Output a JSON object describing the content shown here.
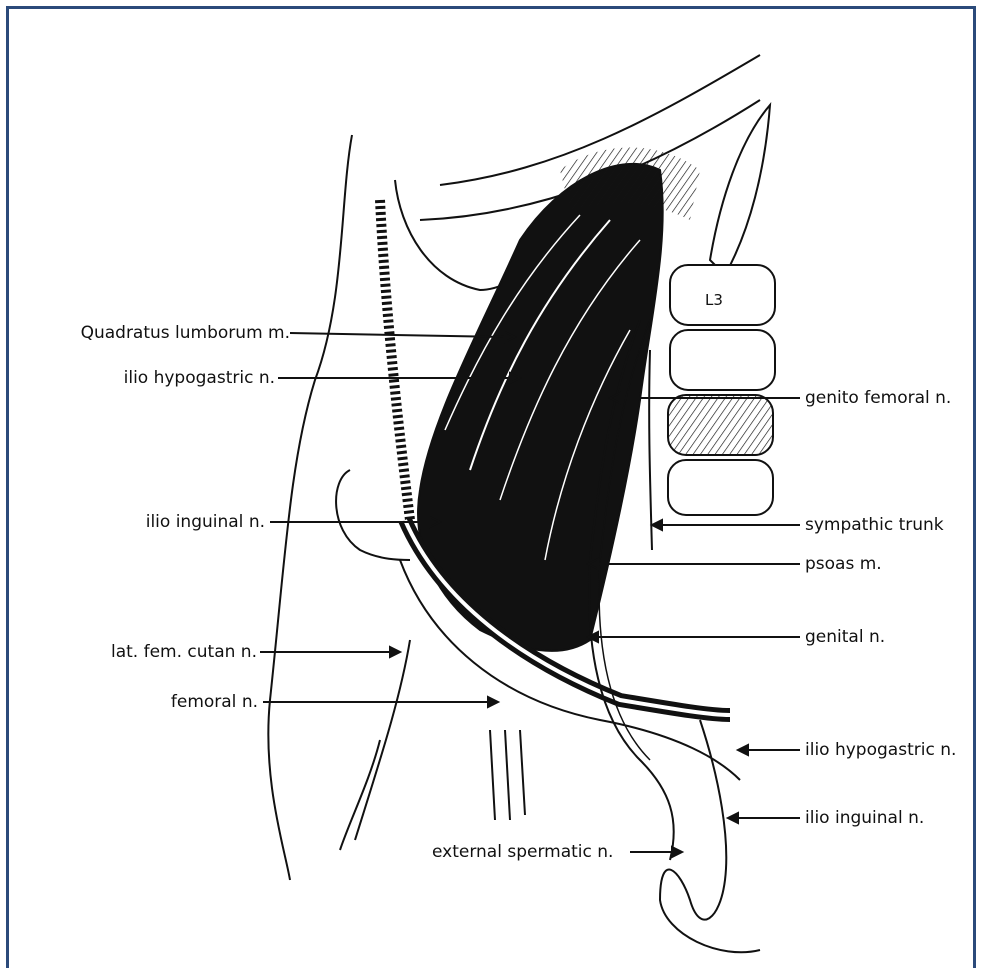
{
  "figure": {
    "vertebra_label": "L3",
    "labels_left": [
      "Quadratus lumborum m.",
      "ilio hypogastric n.",
      "ilio inguinal n.",
      "lat. fem. cutan n.",
      "femoral n."
    ],
    "labels_right": [
      "genito femoral n.",
      "sympathic trunk",
      "psoas m.",
      "genital n.",
      "ilio hypogastric n.",
      "ilio inguinal n."
    ],
    "label_bottom": "external spermatic n.",
    "colors": {
      "frame": "#2b4a7a",
      "ink": "#111111"
    }
  }
}
